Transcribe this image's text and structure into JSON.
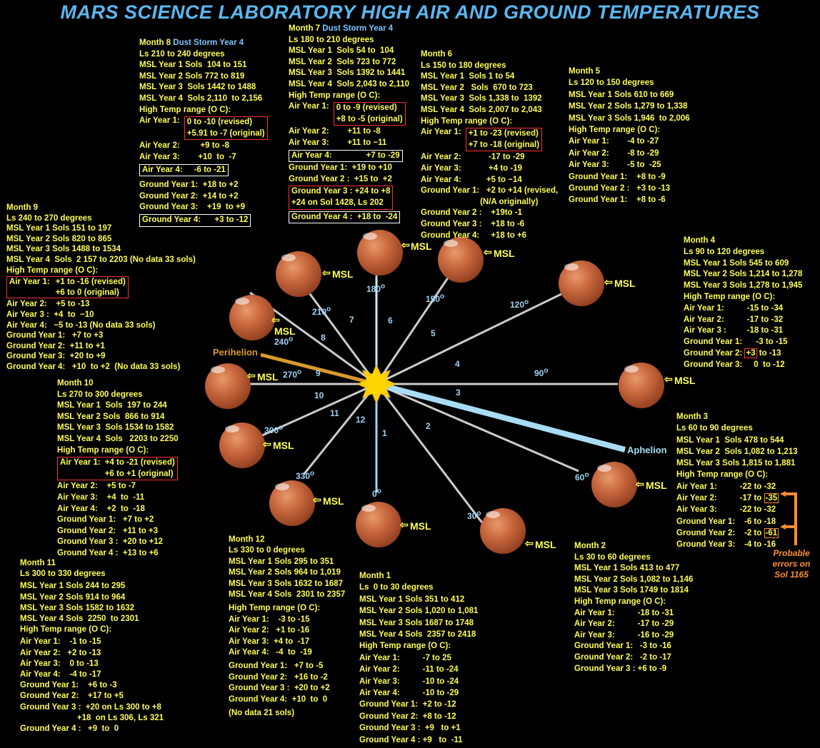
{
  "title": "MARS SCIENCE LABORATORY HIGH  AIR AND GROUND TEMPERATURES",
  "labels": {
    "msl": "MSL",
    "perihelion": "Perihelion",
    "aphelion": "Aphelion",
    "probable_errors": [
      "Probable",
      "errors on",
      "Sol 1165"
    ]
  },
  "degree_labels": [
    "0",
    "30",
    "60",
    "90",
    "120",
    "150",
    "180",
    "210",
    "240",
    "270",
    "300",
    "330"
  ],
  "month_numbers": [
    "1",
    "2",
    "3",
    "4",
    "5",
    "6",
    "7",
    "8",
    "9",
    "10",
    "11",
    "12"
  ],
  "colors": {
    "title": "#5ab8f0",
    "text": "#ffff55",
    "orbit_lines": "#cccccc",
    "perihelion": "#d89a2a",
    "aphelion": "#a8dcf5",
    "highlight_red": "#ff3030",
    "note_orange": "#ff8c33",
    "sun": "#ffcc00"
  },
  "months": {
    "m8": {
      "title": "Month 8",
      "storm": "Dust Storm Year 4",
      "lines": [
        "Ls 210 to 240 degrees",
        "MSL Year 1 Sols  104 to 151",
        "MSL Year 2 Sols 772 to 819",
        "MSL Year 3  Sols 1442 to 1488",
        "MSL Year 4  Sols 2,110  to 2,156",
        "High Temp range (O C):"
      ],
      "air1_label": "Air Year 1:",
      "air1_box": [
        "0 to -10 (revised)",
        "+5.91 to -7 (original)"
      ],
      "lines2": [
        "Air Year 2:         +9 to -8",
        "Air Year 3:        +10  to  -7"
      ],
      "air4_box": "Air Year 4:     -6 to -21",
      "lines3": [
        "Ground Year 1:  +18 to +2",
        "Ground Year 2:  +14 to +2",
        "Ground Year 3:    +19  to +9"
      ],
      "ground4_box": "Ground Year 4:      +3 to -12"
    },
    "m7": {
      "title": "Month 7",
      "storm": "Dust Storm Year 4",
      "lines": [
        "Ls 180 to 210 degrees",
        "MSL Year 1  Sols 54 to  104",
        "MSL Year 2  Sols 723 to 772",
        "MSL Year 3  Sols 1392 to 1441",
        "MSL Year 4  Sols 2,043 to 2,110",
        "High Temp range (O C):"
      ],
      "air1_label": "Air Year 1:",
      "air1_box": [
        "0 to -9 (revised)",
        "+8 to -5 (original)"
      ],
      "lines2": [
        "Air Year 2:        +11 to -8",
        "Air Year 3:        +11 to −11"
      ],
      "air4_box": "Air Year 4:               +7 to -29",
      "lines3": [
        "Ground Year 1:  +19 to +10",
        "Ground Year 2 :  +15 to  +2"
      ],
      "ground3_box": [
        "Ground Year 3 : +24 to +8",
        "+24 on Sol 1428, Ls 202"
      ],
      "ground4_box": "Ground Year 4 :  +18 to  -24"
    },
    "m6": {
      "title": "Month 6",
      "lines": [
        "Ls 150 to 180 degrees",
        "MSL Year 1  Sols 1 to 54",
        "MSL Year 2   Sols  670 to 723",
        "MSL Year 3  Sols 1,338 to  1392",
        "MSL Year 4  Sols 2,007 to 2,043",
        "High Temp range (O C):"
      ],
      "air1_label": "Air Year 1:",
      "air1_box": [
        "+1 to -23 (revised)",
        "+7 to -18 (original)"
      ],
      "lines2": [
        "Air Year 2:            -17 to -29",
        "Air Year 3:            +4 to -19",
        "Air Year 4:           +5 to −14",
        "Ground Year 1:   +2 to +14 (revised,",
        "                          (N/A originally)",
        "Ground Year 2 :    +19to -1",
        "Ground Year 3 :    +18 to -6",
        "Ground Year 4:     +18 to +6"
      ]
    },
    "m5": {
      "title": "Month 5",
      "lines": [
        "Ls 120 to 150 degrees",
        "MSL Year 1 Sols 610 to 669",
        "MSL Year 2 Sols 1,279 to 1,338",
        "MSL Year 3 Sols 1,946  to 2,006",
        "High Temp range (O C):",
        "Air Year 1:        -4 to -27",
        "Air Year 2:        -8 to -29",
        "Air Year 3:        -5 to  -25",
        "Ground Year 1:    +8 to -9",
        "Ground Year 2 :   +3 to -13",
        "Ground Year 1:    +8 to -6"
      ]
    },
    "m4": {
      "title": "Month 4",
      "lines": [
        "Ls 90 to 120 degrees",
        "MSL Year 1 Sols 545 to 609",
        "MSL Year 2 Sols 1,214 to 1,278",
        "MSL Year 3 Sols 1,278 to 1,945",
        "High Temp range (O C):",
        "Air Year 1:          -15 to -34",
        "Air Year 2:          -17 to -32",
        "Air Year 3 :         -18 to -31",
        "Ground Year 1:      -3 to -15"
      ],
      "g2_label": "Ground Year 2:",
      "g2_box": "+3",
      "g2_rest": " to -13",
      "lines2": [
        "Ground Year 3:     0  to -12"
      ]
    },
    "m3": {
      "title": "Month  3",
      "lines": [
        "Ls 60 to 90 degrees",
        "MSL Year 1  Sols 478 to 544",
        "MSL Year 2  Sols 1,082 to 1,213",
        "MSL Year 3 Sols 1,815 to 1,881",
        "High Temp range (O C):",
        "Air Year 1:          -22 to -32"
      ],
      "air2_label": "Air Year 2:          -17 to",
      "air2_box": "-35",
      "air3": "Air Year 3:          -22 to -32",
      "g1": "Ground Year 1:    -6 to -18",
      "g2_label": "Ground Year 2:    -2 to",
      "g2_box": "-61",
      "g3": "Ground Year 3:    -4 to -16"
    },
    "m2": {
      "title": "Month 2",
      "lines": [
        "Ls 30 to 60 degrees",
        "MSL Year 1 Sols 413 to 477",
        "MSL Year 2 Sols 1,082 to 1,146",
        "MSL Year 3 Sols 1749 to 1814",
        "High Temp range (O C):",
        "Air Year 1:          -18 to -31",
        "Air Year 2:          -17 to -29",
        "Air Year 3:          -16 to -29",
        "Ground Year 1:   -3 to -16",
        "Ground Year 2:   -2 to -17",
        "Ground Year 3 : +6 to -9"
      ]
    },
    "m1": {
      "title": "Month 1",
      "lines": [
        "Ls  0 to 30 degrees",
        "MSL Year 1 Sols 351 to 412",
        "MSL Year 2 Sols 1,020 to 1,081",
        "MSL Year 3 Sols 1687 to 1748",
        "MSL Year 4 Sols  2357 to 2418",
        "High Temp range (O C):",
        "Air Year 1:          -7 to 25",
        "Air Year 2:          -11 to -24",
        "Air Year 3:          -10 to -24",
        "Air Year 4:          -10 to -29",
        "Ground Year 1:  +2 to -12",
        "Ground Year 2:  +8 to -12",
        "Ground Year 3 :  +9   to +1",
        "Ground Year 4 : +9   to  -11"
      ]
    },
    "m12": {
      "title": "Month 12",
      "lines": [
        "Ls 330 to 0 degrees",
        "MSL Year 1 Sols 295 to 351",
        "MSL Year 2 Sols 964 to 1,019",
        "MSL Year 3 Sols 1632 to 1687",
        "MSL Year 4 Sols  2301 to 2357",
        "",
        "High Temp range (O C):",
        "Air Year 1:    -3 to -15",
        "Air Year 2:   +1 to -16",
        "Air Year 3:  +4 to  -17",
        "Air Year 4:   -4  to  -19",
        "",
        "Ground Year 1:   +7 to -5",
        "Ground Year 2:   +16 to -2",
        "Ground Year 3 :  +20 to +2",
        "Ground Year 4:  +10  to  0",
        "",
        "(No data 21 sols)"
      ]
    },
    "m11": {
      "title": "Month 11",
      "lines": [
        "Ls 300 to 330 degrees",
        "",
        "MSL Year 1 Sols 244 to 295",
        "MSL Year 2 Sols 914 to 964",
        "MSL Year 3 Sols 1582 to 1632",
        "MSL Year 4 Sols  2250  to 2301",
        "High Temp range (O C):",
        "",
        "Air Year 1:    -1 to -15",
        "Air Year 2:   +2 to -13",
        "Air Year 3:    0 to -13",
        "Air Year 4:    -4 to -17",
        "Ground Year 1:    +6 to -3",
        "Ground Year 2:    +17 to +5",
        "Ground Year 3 :  +20 on Ls 300 to +8",
        "                         +18  on Ls 306, Ls 321",
        "Ground Year 4 :   +9  to  0"
      ]
    },
    "m10": {
      "title": "Month 10",
      "lines": [
        "Ls 270 to 300 degrees",
        "MSL Year 1  Sols  197 to 244",
        "MSL Year 2 Sols  866 to 914",
        "MSL Year 3  Sols 1534 to 1582",
        "MSL Year 4  Sols   2203 to 2250",
        "High Temp range (O C):"
      ],
      "air1_label": "Air Year 1:",
      "air1_box": [
        "+4 to -21 (revised)",
        "+6 to +1 (original)"
      ],
      "lines2": [
        "Air Year 2:    +5 to -7",
        "Air Year 3:    +4  to  -11",
        "Air Year 4:    +2  to  -18",
        "Ground Year 1:   +7 to +2",
        "Ground Year 2:   +11 to +3",
        "Ground Year 3 :  +20 to +12",
        "Ground Year 4 :  +13 to +6"
      ]
    },
    "m9": {
      "title": "Month 9",
      "lines": [
        "Ls 240 to 270 degrees",
        "MSL Year 1 Sols 151 to 197",
        "MSL Year 2 Sols 820 to 865",
        "MSL Year 3 Sols 1488 to 1534",
        "MSL Year 4  Sols  2 157 to 2203 (No data 33 sols)",
        "High Temp range (O C):"
      ],
      "air1_label": "Air Year 1:",
      "air1_box": [
        "+1 to -16 (revised)",
        "+6 to 0 (original)"
      ],
      "lines2": [
        "Air Year 2:    +5 to -13",
        "Air Year 3 :  +4  to  −10",
        "Air Year 4:   −5 to -13 (No data 33 sols)",
        "Ground Year 1:   +7 to +3",
        "Ground Year 2:  +11 to +1",
        "Ground Year 3:  +20 to +9",
        "Ground Year 4:   +10  to +2  (No data 33 sols)"
      ]
    }
  }
}
